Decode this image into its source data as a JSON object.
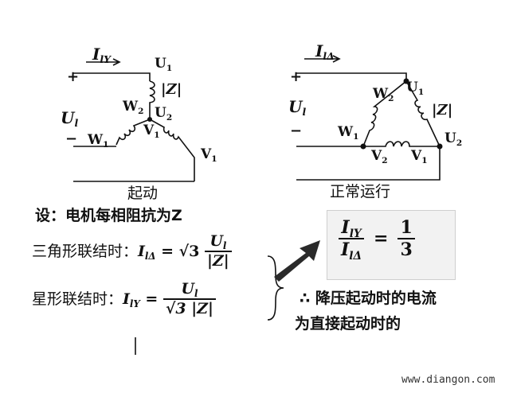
{
  "left_circuit": {
    "current_label": "I",
    "current_sub": "lY",
    "plus": "+",
    "minus": "−",
    "voltage": "U",
    "voltage_sub": "l",
    "U1": "U",
    "U1_sub": "1",
    "Z": "|Z|",
    "W2": "W",
    "W2_sub": "2",
    "U2": "U",
    "U2_sub": "2",
    "V1a": "V",
    "V1a_sub": "1",
    "W1": "W",
    "W1_sub": "1",
    "V1b": "V",
    "V1b_sub": "1",
    "caption": "起动"
  },
  "right_circuit": {
    "current_label": "I",
    "current_sub": "lΔ",
    "plus": "+",
    "minus": "−",
    "voltage": "U",
    "voltage_sub": "l",
    "W2": "W",
    "W2_sub": "2",
    "U1": "U",
    "U1_sub": "1",
    "Z": "|Z|",
    "W1": "W",
    "W1_sub": "1",
    "U2": "U",
    "U2_sub": "2",
    "V2": "V",
    "V2_sub": "2",
    "V1": "V",
    "V1_sub": "1",
    "caption": "正常运行"
  },
  "text": {
    "assumption": "设：电机每相阻抗为Z",
    "delta_prefix": "三角形联结时：",
    "delta_I": "I",
    "delta_I_sub": "lΔ",
    "delta_eq": " = √3 ",
    "delta_num": "U",
    "delta_num_sub": "l",
    "delta_den": "|Z|",
    "star_prefix": "星形联结时：",
    "star_I": "I",
    "star_I_sub": "lY",
    "star_eq": " = ",
    "star_num": "U",
    "star_num_sub": "l",
    "star_den": "√3 |Z|",
    "ratio_top": "I",
    "ratio_top_sub": "lY",
    "ratio_bottom": "I",
    "ratio_bottom_sub": "lΔ",
    "ratio_eq": "=",
    "ratio_num": "1",
    "ratio_den": "3",
    "conclusion_line1": "∴ 降压起动时的电流",
    "conclusion_line2": "为直接起动时的"
  },
  "watermark": "www.diangon.com"
}
